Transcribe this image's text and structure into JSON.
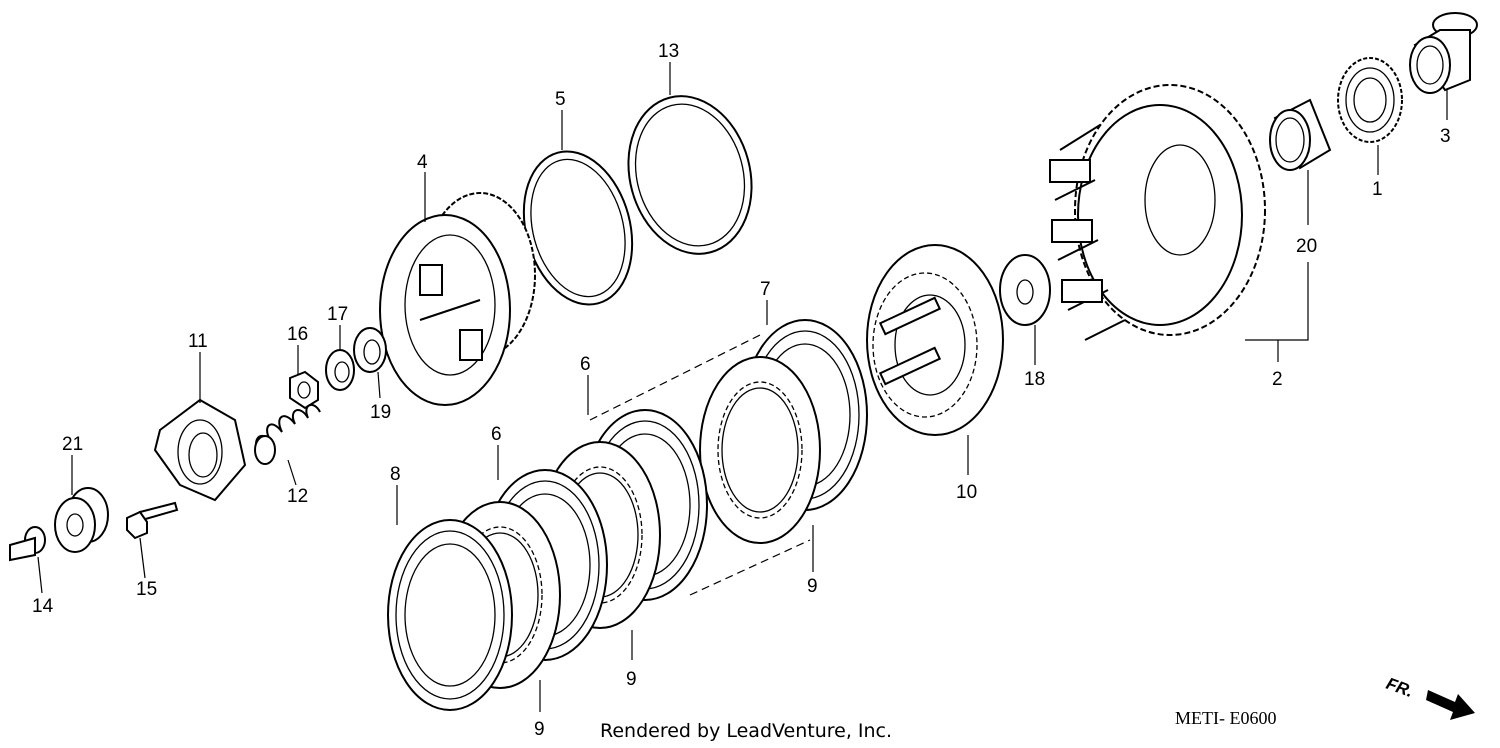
{
  "labels": {
    "p1": "1",
    "p2": "2",
    "p3": "3",
    "p4": "4",
    "p5": "5",
    "p6a": "6",
    "p6b": "6",
    "p7": "7",
    "p8": "8",
    "p9a": "9",
    "p9b": "9",
    "p9c": "9",
    "p10": "10",
    "p11": "11",
    "p12": "12",
    "p13": "13",
    "p14": "14",
    "p15": "15",
    "p16": "16",
    "p17": "17",
    "p18": "18",
    "p19": "19",
    "p20": "20",
    "p21": "21"
  },
  "footer": {
    "rendered_by": "Rendered by LeadVenture, Inc."
  },
  "diagram_code": "METI- E0600",
  "direction": {
    "text": "FR.",
    "icon": "front-arrow-icon"
  }
}
